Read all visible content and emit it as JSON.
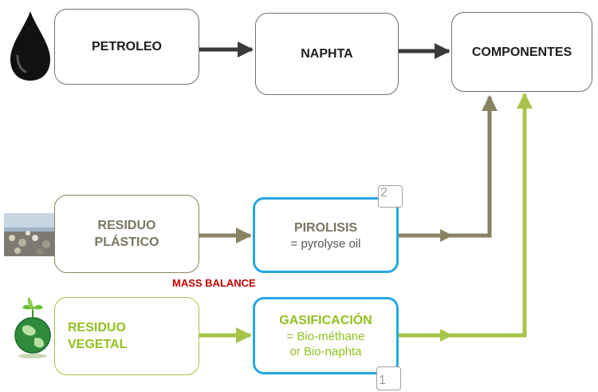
{
  "nodes": {
    "petroleo": "PETROLEO",
    "naphta": "NAPHTA",
    "componentes": "COMPONENTES",
    "residuo_plastico": [
      "RESIDUO",
      "PLÁSTICO"
    ],
    "pirolisis": {
      "title": "PIROLISIS",
      "subtitle": "= pyrolyse oil",
      "badge": "2"
    },
    "residuo_vegetal": [
      "RESIDUO",
      "VEGETAL"
    ],
    "gasificacion": {
      "title": "GASIFICACIÓN",
      "subtitle": [
        "= Bio-méthane",
        "or Bio-naphta"
      ],
      "badge": "1"
    }
  },
  "annotation": "MASS BALANCE",
  "colors": {
    "fossil": "#3a3a3a",
    "plastic": "#8a8363",
    "vegetal": "#a7c44a",
    "process": "#27a7df",
    "annotation": "#c00000"
  },
  "icons": [
    "oil-drop-icon",
    "plastic-waste-photo",
    "green-globe-icon"
  ]
}
